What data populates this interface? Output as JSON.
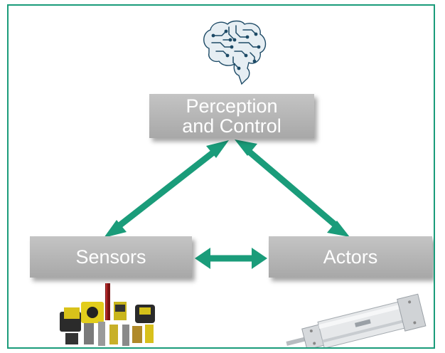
{
  "diagram": {
    "nodes": {
      "perception": {
        "line1": "Perception",
        "line2": "and Control"
      },
      "sensors": {
        "label": "Sensors"
      },
      "actors": {
        "label": "Actors"
      }
    },
    "edges": [
      {
        "from": "perception",
        "to": "sensors",
        "direction": "bidirectional"
      },
      {
        "from": "perception",
        "to": "actors",
        "direction": "bidirectional"
      },
      {
        "from": "sensors",
        "to": "actors",
        "direction": "bidirectional"
      }
    ],
    "images": {
      "brain": "brain-circuit-icon",
      "sensor_devices": "sensor-devices-photo",
      "actuator": "pneumatic-cylinder-photo"
    }
  },
  "colors": {
    "frame": "#1a9c7a",
    "arrow": "#1a9c7a",
    "node_fill": "#b8b8b8",
    "node_text": "#ffffff"
  }
}
